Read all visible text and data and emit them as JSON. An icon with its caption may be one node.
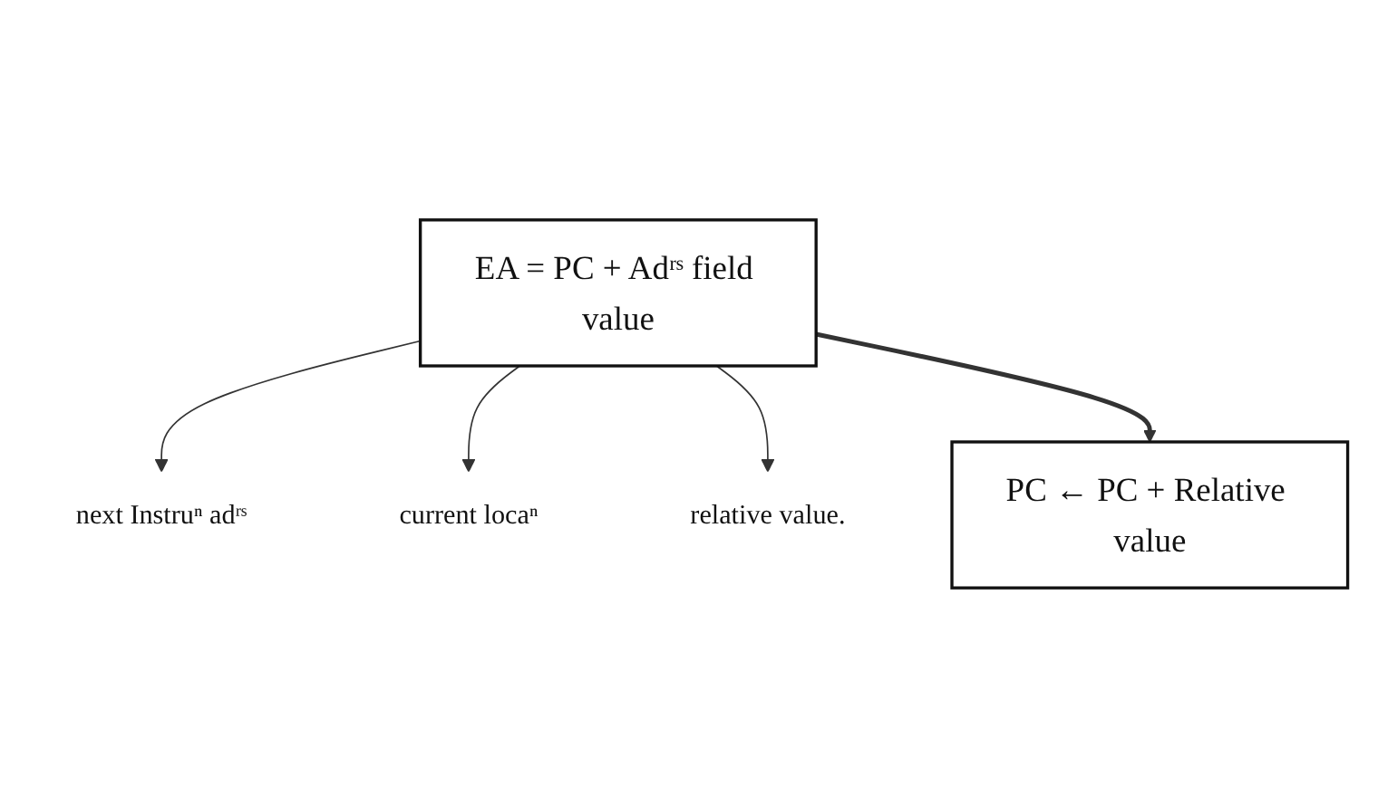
{
  "diagram": {
    "nodes": [
      {
        "text": [
          "EA = PC + Adʳˢ field value"
        ]
      },
      {
        "text": [
          "next Instruⁿ adʳˢ"
        ]
      },
      {
        "text": [
          "current locaⁿ"
        ]
      },
      {
        "text": [
          "relative value."
        ]
      },
      {
        "text": [
          "PC ← PC + Relative value"
        ]
      }
    ],
    "edges": [
      {
        "from": 0,
        "to": 1,
        "arrow": "to"
      },
      {
        "from": 0,
        "to": 2,
        "arrow": "to"
      },
      {
        "from": 0,
        "to": 3,
        "arrow": "to"
      },
      {
        "from": 0,
        "to": 4,
        "arrow": "to",
        "style": "thick"
      }
    ]
  }
}
